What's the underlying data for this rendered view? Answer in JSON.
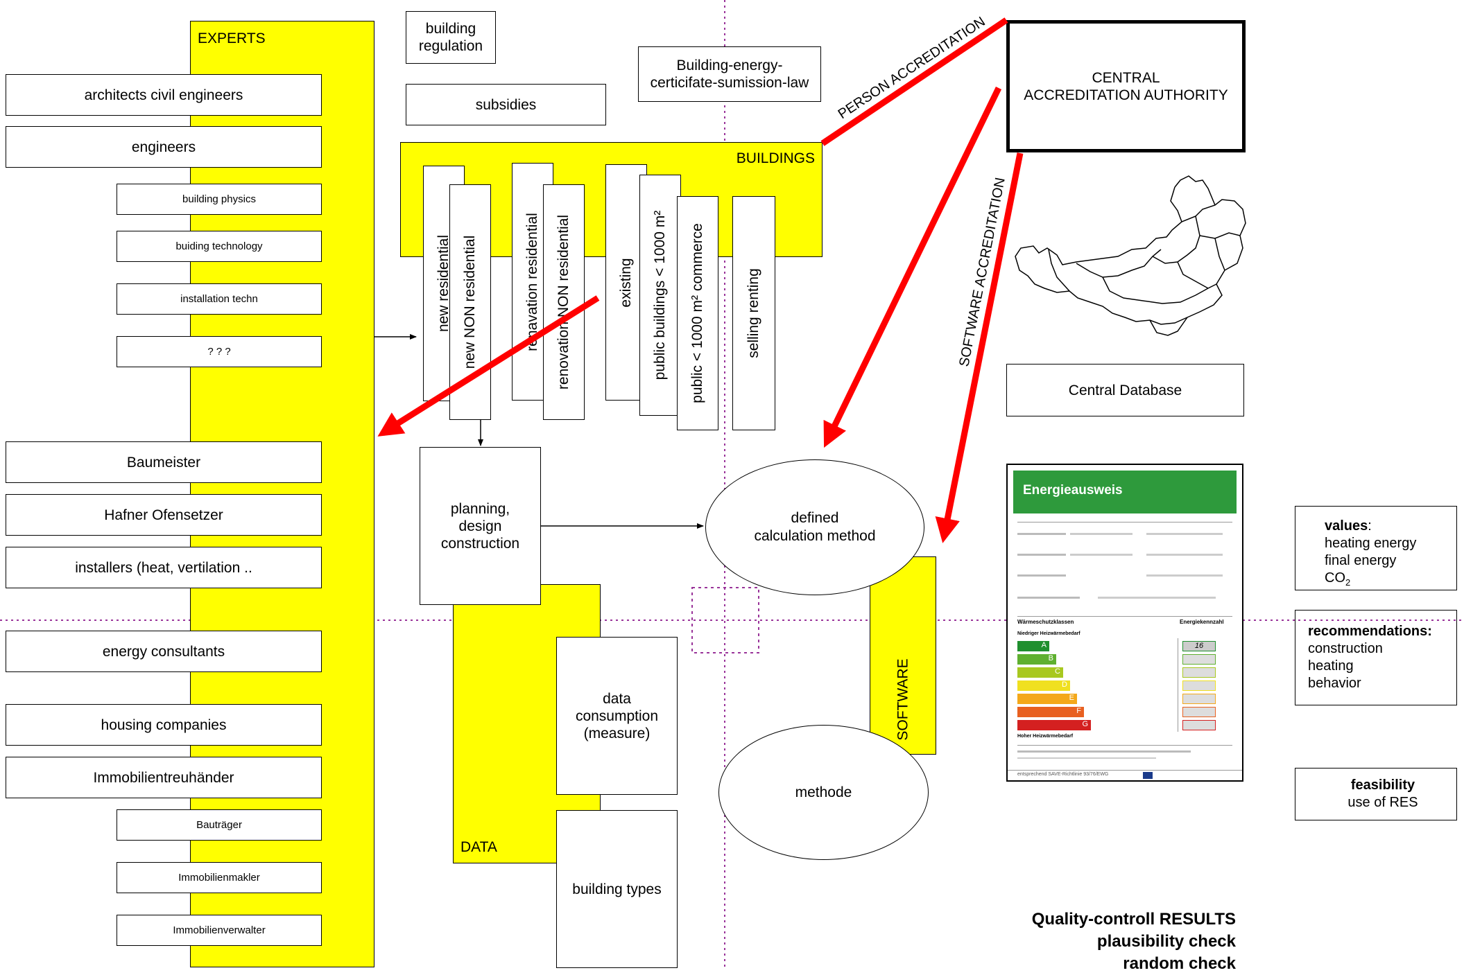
{
  "experts": {
    "title": "EXPERTS",
    "items": [
      "architects civil engineers",
      "engineers",
      "building physics",
      "buiding technology",
      "installation techn",
      "? ? ?",
      "Baumeister",
      "Hafner Ofensetzer",
      "installers (heat, vertilation ..",
      "energy consultants",
      "housing companies",
      "Immobilientreuhänder",
      "Bauträger",
      "Immobilienmakler",
      "Immobilienverwalter"
    ]
  },
  "top": {
    "building_regulation": [
      "building",
      "regulation"
    ],
    "subsidies": "subsidies",
    "law": [
      "Building-energy-",
      "certicifate-sumission-law"
    ]
  },
  "buildings": {
    "title": "BUILDINGS",
    "types": [
      "new residential",
      "new NON residential",
      "renavation residential",
      "renovation NON residential",
      "existing",
      "public buildings < 1000 m²",
      "public < 1000 m² commerce",
      "selling renting"
    ]
  },
  "planning": [
    "planning,",
    "design",
    "construction"
  ],
  "data": {
    "title": "DATA",
    "consumption": [
      "data",
      "consumption",
      "(measure)"
    ],
    "building_types": "building types"
  },
  "calculation": [
    "defined",
    "calculation method"
  ],
  "methode": "methode",
  "software": "SOFTWARE",
  "authority": [
    "CENTRAL",
    "ACCREDITATION AUTHORITY"
  ],
  "person_accreditation": "PERSON ACCREDITATION",
  "software_accreditation": "SOFTWARE ACCREDITATION",
  "central_database": "Central Database",
  "certificate": {
    "title": "Energieausweis",
    "scale_heading": "Wärmeschutzklassen",
    "value_heading": "Energiekennzahl",
    "low_label": "Niedriger Heizwärmebedarf",
    "high_label": "Hoher Heizwärmebedarf",
    "classes": [
      "A",
      "B",
      "C",
      "D",
      "E",
      "F",
      "G"
    ],
    "value": "16",
    "footer": "entsprechend SAVE-Richtlinie 93/76/EWG"
  },
  "results": {
    "values": {
      "title": "values",
      "lines": [
        "heating energy",
        "final energy"
      ],
      "co2": "CO",
      "co2_sub": "2"
    },
    "recommendations": {
      "title": "recommendations:",
      "lines": [
        "construction",
        "heating",
        "behavior"
      ]
    },
    "feasibility": {
      "title": "feasibility",
      "line": "use of RES"
    }
  },
  "quality": [
    "Quality-controll RESULTS",
    "plausibility check",
    "random check"
  ],
  "colors": {
    "yellow": "#ffff00",
    "red_arrow": "#ff0000",
    "dotted_line": "#993399",
    "certificate_green": "#2e9a3c"
  }
}
